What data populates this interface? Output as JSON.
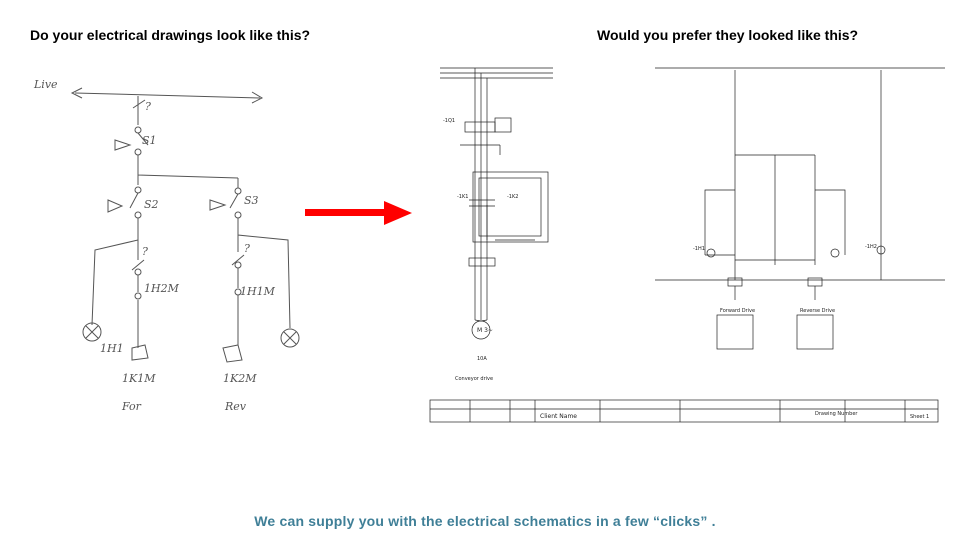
{
  "headings": {
    "left": "Do your electrical drawings look like this?",
    "right": "Would you prefer they looked like this?"
  },
  "sketch": {
    "live": "Live",
    "s1": "S1",
    "s2": "S2",
    "s3": "S3",
    "q1": "?",
    "q2": "?",
    "q3": "?",
    "m_left": "1H2M",
    "m_right": "1H1M",
    "lamp_left": "1H1",
    "coil_left": "1K1M",
    "coil_right": "1K2M",
    "for": "For",
    "rev": "Rev"
  },
  "cad": {
    "client_name": "Client Name",
    "drawing_number": "Drawing Number",
    "conveyor_drive": "Conveyor drive",
    "forward_drive": "Forward Drive",
    "reverse_drive": "Reverse Drive",
    "motor": "M\n3~",
    "kw": "10A",
    "breaker": "-1Q1",
    "contactor1": "-1K1",
    "contactor2": "-1K2",
    "lamp1": "-1H1",
    "lamp2": "-1H2",
    "sheet": "Sheet 1"
  },
  "footer": "We can supply you with the electrical schematics in a few “clicks” ."
}
